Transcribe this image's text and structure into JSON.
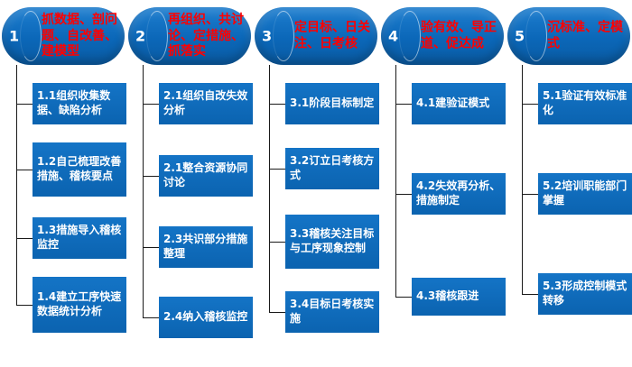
{
  "colors": {
    "box_blue": "#0b63b0",
    "title_red": "#ff0000",
    "text_white": "#ffffff",
    "connector": "#1a1a1a",
    "background": "#ffffff"
  },
  "columns": [
    {
      "number": "1",
      "title": "抓数据、剖问题、自改善、建模型",
      "items": [
        {
          "label": "1.1组织收集数据、缺陷分析"
        },
        {
          "label": "1.2自己梳理改善措施、稽核要点"
        },
        {
          "label": "1.3措施导入稽核监控"
        },
        {
          "label": "1.4建立工序快速数据统计分析"
        }
      ]
    },
    {
      "number": "2",
      "title": "再组织、共讨论、定措施、抓落实",
      "items": [
        {
          "label": "2.1组织自改失效分析"
        },
        {
          "label": "2.1整合资源协同讨论"
        },
        {
          "label": "2.3共识部分措施整理"
        },
        {
          "label": "2.4纳入稽核监控"
        }
      ]
    },
    {
      "number": "3",
      "title": "定目标、日关注、日考核",
      "items": [
        {
          "label": "3.1阶段目标制定"
        },
        {
          "label": "3.2订立日考核方式"
        },
        {
          "label": "3.3稽核关注目标与工序现象控制"
        },
        {
          "label": "3.4目标日考核实施"
        }
      ]
    },
    {
      "number": "4",
      "title": "验有效、导正道、促达成",
      "items": [
        {
          "label": "4.1建验证模式"
        },
        {
          "label": "4.2失效再分析、措施制定"
        },
        {
          "label": "4.3稽核跟进"
        }
      ]
    },
    {
      "number": "5",
      "title": "沉标准、定模式",
      "items": [
        {
          "label": "5.1验证有效标准化"
        },
        {
          "label": "5.2培训职能部门掌握"
        },
        {
          "label": "5.3形成控制模式转移"
        }
      ]
    }
  ]
}
